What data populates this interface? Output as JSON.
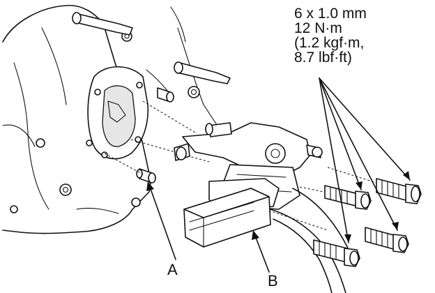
{
  "torque_spec": {
    "size": "6 x 1.0 mm",
    "torque_nm": "12 N·m",
    "torque_kgfm": "(1.2 kgf·m,",
    "torque_lbfft": "8.7 lbf·ft)"
  },
  "callouts": {
    "a": "A",
    "b": "B"
  }
}
